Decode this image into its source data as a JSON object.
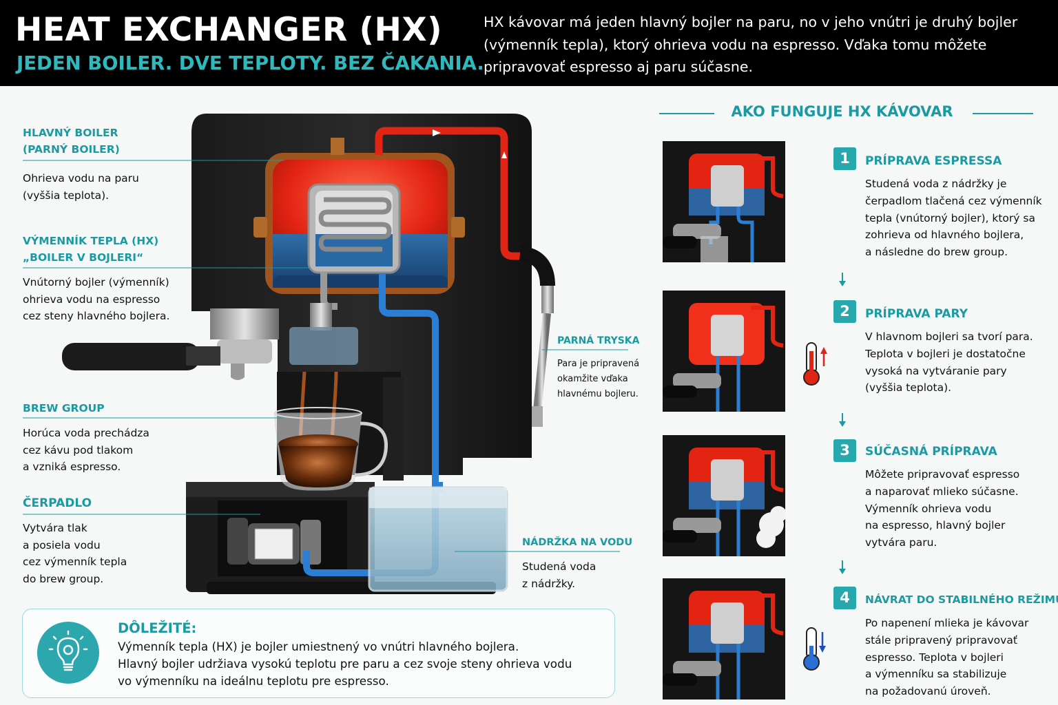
{
  "header": {
    "title": "HEAT EXCHANGER (HX)",
    "subtitle": "JEDEN BOILER. DVE TEPLOTY. BEZ ČAKANIA.",
    "intro": "HX kávovar má jeden hlavný bojler na paru, no v jeho vnútri je druhý bojler (výmenník tepla), ktorý ohrieva vodu na espresso. Vďaka tomu môžete pripravovať espresso aj paru súčasne."
  },
  "labels": {
    "main_boiler": {
      "title": [
        "HLAVNÝ BOILER",
        "(PARNÝ BOILER)"
      ],
      "text": [
        "Ohrieva vodu na paru",
        "(vyššia teplota)."
      ]
    },
    "hx": {
      "title": [
        "VÝMENNÍK TEPLA (HX)",
        "„BOILER V BOJLERI“"
      ],
      "text": [
        "Vnútorný bojler (výmenník)",
        "ohrieva vodu na espresso",
        "cez steny hlavného bojlera."
      ]
    },
    "brew_group": {
      "title": [
        "BREW GROUP"
      ],
      "text": [
        "Horúca voda prechádza",
        "cez kávu pod tlakom",
        "a vzniká espresso."
      ]
    },
    "pump": {
      "title": [
        "ČERPADLO"
      ],
      "text": [
        "Vytvára tlak",
        "a posiela vodu",
        "cez výmenník tepla",
        "do brew group."
      ]
    },
    "steam_wand": {
      "title": [
        "PARNÁ TRYSKA"
      ],
      "text": [
        "Para je pripravená",
        "okamžite vďaka",
        "hlavnému bojleru."
      ]
    },
    "water_tank": {
      "title": [
        "NÁDRŽKA NA VODU"
      ],
      "text": [
        "Studená voda",
        "z nádržky."
      ]
    }
  },
  "important": {
    "title": "DÔLEŽITÉ:",
    "lines": [
      "Výmenník tepla (HX) je bojler umiestnený vo vnútri hlavného bojlera.",
      "Hlavný bojler udržiava vysokú teplotu pre paru a cez svoje steny ohrieva vodu",
      "vo výmenníku na ideálnu teplotu pre espresso."
    ],
    "icon": "lightbulb-gear-icon"
  },
  "how_it_works": {
    "title": "AKO FUNGUJE HX KÁVOVAR",
    "steps": [
      {
        "number": "1",
        "title": "PRÍPRAVA ESPRESSA",
        "text": [
          "Studená voda z nádržky je",
          "čerpadlom tlačená cez výmenník",
          "tepla (vnútorný bojler), ktorý sa",
          "zohrieva od hlavného bojlera,",
          "a následne do brew group."
        ]
      },
      {
        "number": "2",
        "title": "PRÍPRAVA PARY",
        "text": [
          "V hlavnom bojleri sa tvorí para.",
          "Teplota v bojleri je dostatočne",
          "vysoká na vytváranie pary",
          "(vyššia teplota)."
        ],
        "indicator": "thermometer-up-icon"
      },
      {
        "number": "3",
        "title": "SÚČASNÁ PRÍPRAVA",
        "text": [
          "Môžete pripravovať espresso",
          "a naparovať mlieko súčasne.",
          "Výmenník ohrieva vodu",
          "na espresso, hlavný bojler",
          "vytvára paru."
        ],
        "indicator": "steam-cloud-icon"
      },
      {
        "number": "4",
        "title": "NÁVRAT DO STABILNÉHO REŽIMU",
        "text": [
          "Po napenení mlieka je kávovar",
          "stále pripravený pripravovať",
          "espresso. Teplota v bojleri",
          "a výmenníku sa stabilizuje",
          "na požadovanú úroveň."
        ],
        "indicator": "thermometer-down-icon"
      }
    ]
  },
  "colors": {
    "accent": "#1b9aa1",
    "hot": "#e02515",
    "cold": "#2a7fd4",
    "header_bg": "#000000"
  }
}
